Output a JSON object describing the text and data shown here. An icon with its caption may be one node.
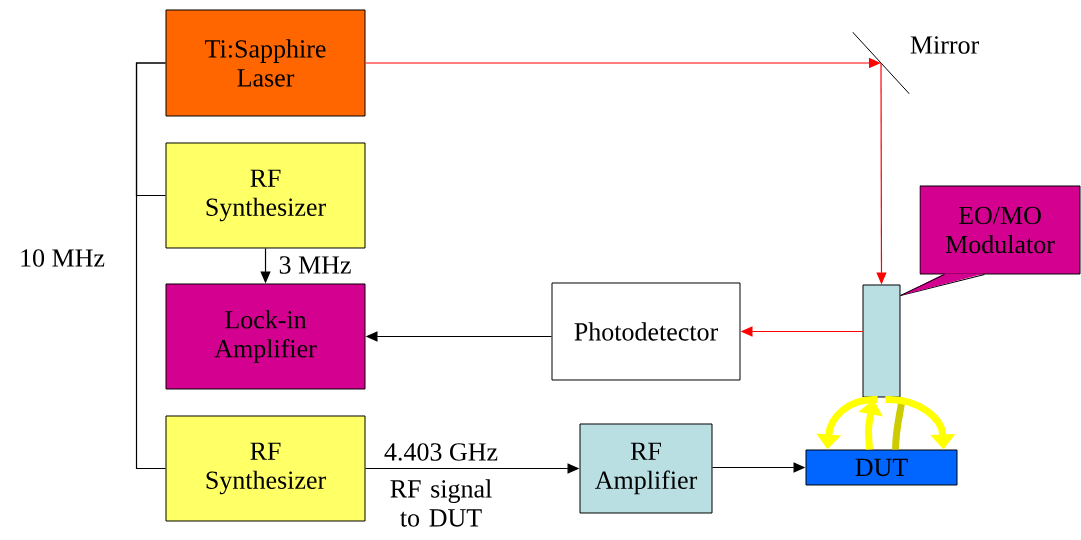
{
  "diagram": {
    "nodes": [
      {
        "text": [
          "Ti:Sapphire Laser"
        ]
      },
      {
        "text": [
          "Mirror"
        ]
      },
      {
        "text": [
          "RF Synthesizer"
        ]
      },
      {
        "text": [
          "EO/MO Modulator"
        ]
      },
      {
        "text": [
          "Lock-in Amplifier"
        ]
      },
      {
        "text": [
          "Photodetector"
        ]
      },
      {
        "text": [],
        "shape": "box"
      },
      {
        "text": [
          "RF Synthesizer"
        ]
      },
      {
        "text": [
          "RF Amplifier"
        ]
      },
      {
        "text": [
          "DUT"
        ]
      }
    ],
    "edges": [
      {
        "from": 0,
        "to": 1,
        "arrow": "to",
        "color": "#ff0000"
      },
      {
        "from": 1,
        "to": 6,
        "arrow": "to",
        "color": "#ff0000"
      },
      {
        "from": 0,
        "to": 2,
        "arrow": "none"
      },
      {
        "from": 0,
        "to": 7,
        "arrow": "none",
        "label": "10 MHz"
      },
      {
        "from": 2,
        "to": 4,
        "arrow": "to",
        "label": "3 MHz"
      },
      {
        "from": 6,
        "to": 5,
        "arrow": "to",
        "color": "#ff0000"
      },
      {
        "from": 5,
        "to": 4,
        "arrow": "to"
      },
      {
        "from": 7,
        "to": 8,
        "arrow": "to",
        "label": "4.403 GHz"
      },
      {
        "from": 8,
        "to": 9,
        "arrow": "to"
      },
      {
        "from": 3,
        "to": 6,
        "arrow": "none"
      },
      {
        "from": 6,
        "to": 9,
        "arrow": "to",
        "style": "thick",
        "color": "#ffff00"
      },
      {
        "from": 9,
        "to": 6,
        "arrow": "none",
        "style": "thick",
        "color": "#cccc00"
      },
      {
        "from": 9,
        "to": 6,
        "arrow": "to",
        "style": "thick",
        "color": "#ffff00"
      },
      {
        "from": 6,
        "to": 9,
        "arrow": "to",
        "style": "thick",
        "color": "#ffff00"
      }
    ],
    "labels": [
      "RF signal to DUT"
    ]
  }
}
